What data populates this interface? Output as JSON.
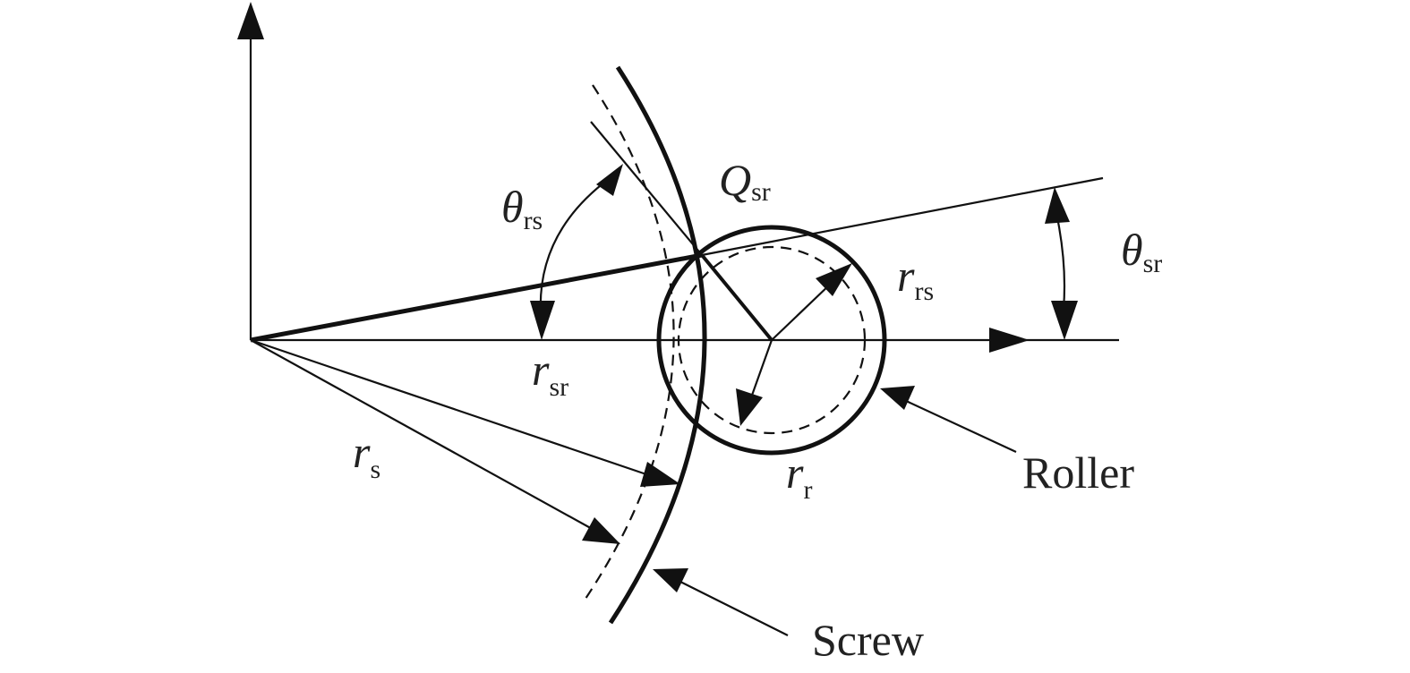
{
  "labels": {
    "q_sr": {
      "symbol": "Q",
      "subscript": "sr"
    },
    "theta_rs": {
      "symbol": "θ",
      "subscript": "rs"
    },
    "theta_sr": {
      "symbol": "θ",
      "subscript": "sr"
    },
    "r_rs": {
      "symbol": "r",
      "subscript": "rs"
    },
    "r_sr": {
      "symbol": "r",
      "subscript": "sr"
    },
    "r_s": {
      "symbol": "r",
      "subscript": "s"
    },
    "r_r": {
      "symbol": "r",
      "subscript": "r"
    },
    "roller": "Roller",
    "screw": "Screw"
  }
}
